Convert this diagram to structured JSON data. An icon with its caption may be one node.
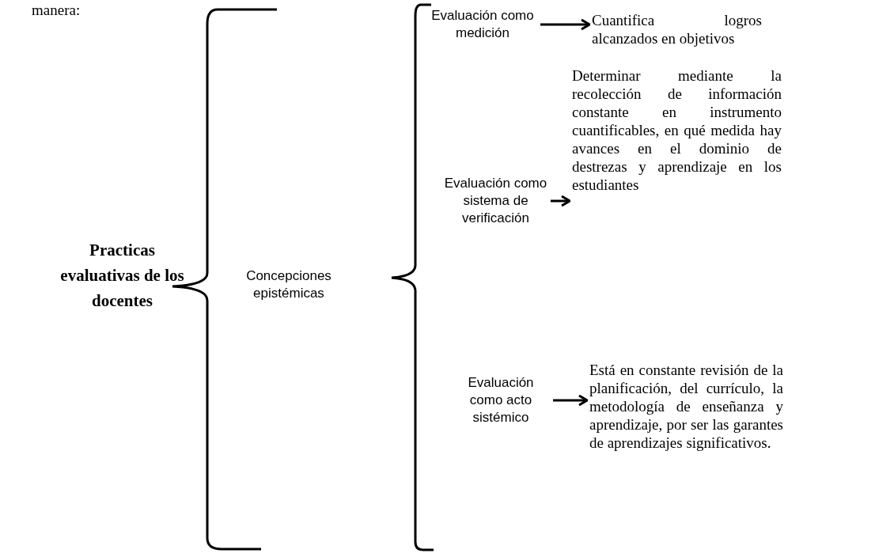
{
  "diagram": {
    "nodes": [
      {
        "text": [
          "Practicas evaluativas de los docentes"
        ]
      },
      {
        "text": [
          "Concepciones epistémicas"
        ]
      },
      {
        "text": [
          "Evaluación como medición"
        ]
      },
      {
        "text": [
          "Evaluación como sistema de verificación"
        ]
      },
      {
        "text": [
          "Evaluación como acto sistémico"
        ]
      },
      {
        "text": [
          "Cuantifica logros alcanzados en objetivos"
        ]
      },
      {
        "text": [
          "Determinar mediante la recolección de información constante en instrumento cuantificables, en qué medida hay avances en el dominio de destrezas y aprendizaje en los estudiantes"
        ]
      },
      {
        "text": [
          "Está en constante revisión de la planificación, del currículo, la metodología de enseñanza y aprendizaje, por ser las garantes de aprendizajes significativos."
        ]
      }
    ],
    "edges": [
      {
        "from": 2,
        "to": 5,
        "arrow": "to"
      },
      {
        "from": 3,
        "to": 6,
        "arrow": "to"
      },
      {
        "from": 4,
        "to": 7,
        "arrow": "to"
      }
    ],
    "labels": [
      "manera:"
    ]
  }
}
